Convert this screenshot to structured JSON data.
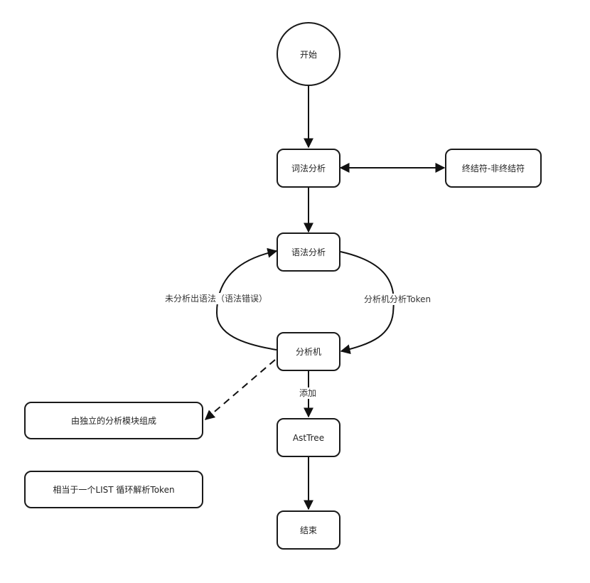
{
  "nodes": {
    "start": "开始",
    "lexer": "词法分析",
    "terminals": "终结符-非终结符",
    "parser": "语法分析",
    "analyzer": "分析机",
    "ast": "AstTree",
    "end": "结束",
    "note_modules": "由独立的分析模块组成",
    "note_list": "相当于一个LIST 循环解析Token"
  },
  "edges": {
    "no_grammar": "未分析出语法（语法错误）",
    "analyze_token": "分析机分析Token",
    "add": "添加"
  }
}
